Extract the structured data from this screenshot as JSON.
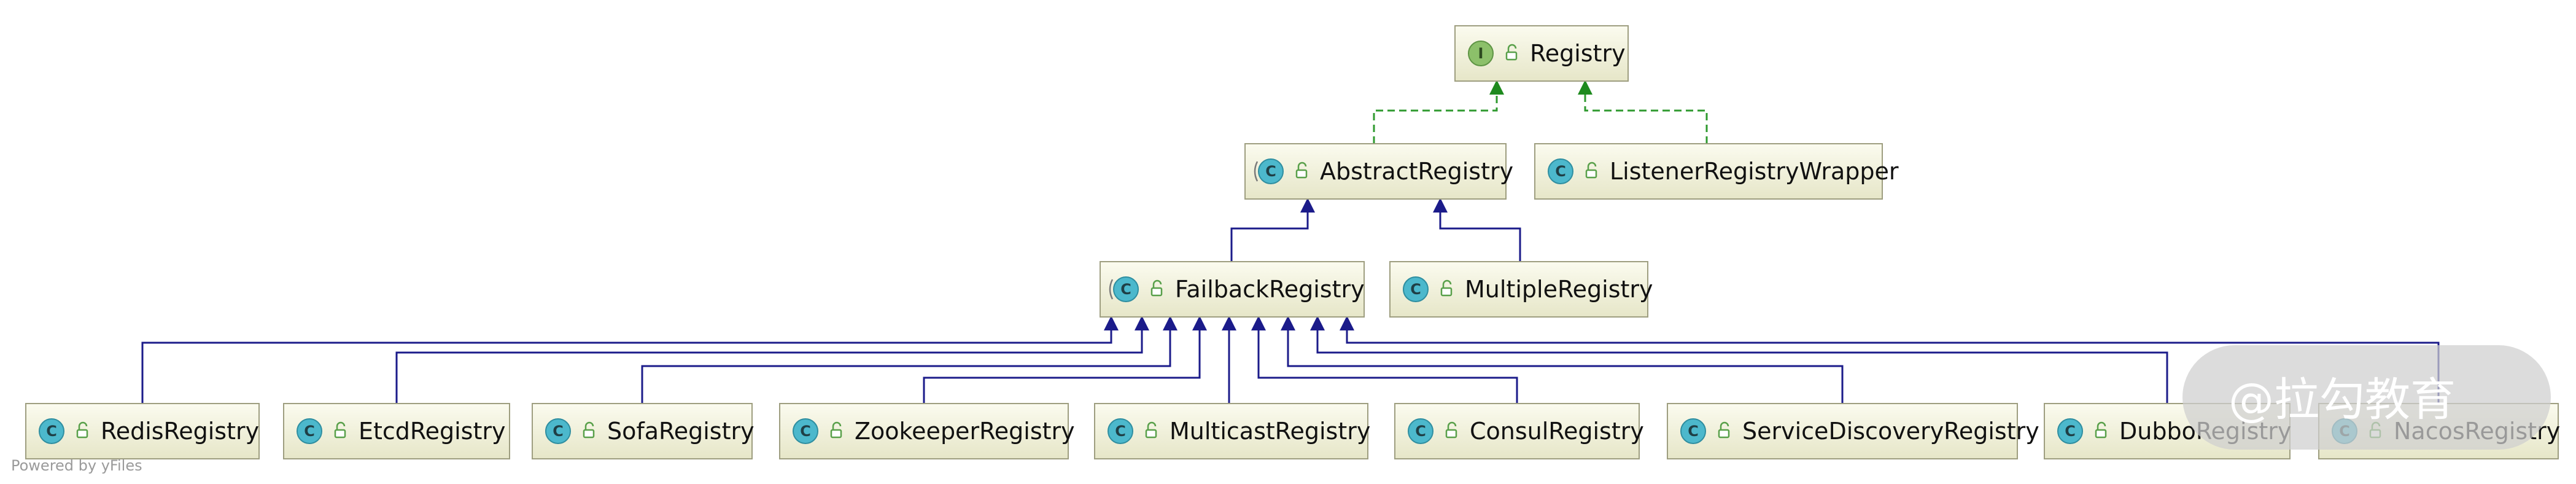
{
  "nodes": [
    {
      "id": "registry",
      "label": "Registry",
      "kind": "interface",
      "badge": "I"
    },
    {
      "id": "abstract",
      "label": "AbstractRegistry",
      "kind": "abstract-class",
      "badge": "C"
    },
    {
      "id": "listener",
      "label": "ListenerRegistryWrapper",
      "kind": "class",
      "badge": "C"
    },
    {
      "id": "failback",
      "label": "FailbackRegistry",
      "kind": "abstract-class",
      "badge": "C"
    },
    {
      "id": "multiple",
      "label": "MultipleRegistry",
      "kind": "class",
      "badge": "C"
    },
    {
      "id": "redis",
      "label": "RedisRegistry",
      "kind": "class",
      "badge": "C"
    },
    {
      "id": "etcd",
      "label": "EtcdRegistry",
      "kind": "class",
      "badge": "C"
    },
    {
      "id": "sofa",
      "label": "SofaRegistry",
      "kind": "class",
      "badge": "C"
    },
    {
      "id": "zookeeper",
      "label": "ZookeeperRegistry",
      "kind": "class",
      "badge": "C"
    },
    {
      "id": "multicast",
      "label": "MulticastRegistry",
      "kind": "class",
      "badge": "C"
    },
    {
      "id": "consul",
      "label": "ConsulRegistry",
      "kind": "class",
      "badge": "C"
    },
    {
      "id": "servicediscovery",
      "label": "ServiceDiscoveryRegistry",
      "kind": "class",
      "badge": "C"
    },
    {
      "id": "dubbo",
      "label": "DubboRegistry",
      "kind": "class",
      "badge": "C"
    },
    {
      "id": "nacos",
      "label": "NacosRegistry",
      "kind": "class",
      "badge": "C"
    }
  ],
  "edges": [
    {
      "from": "abstract",
      "to": "registry",
      "type": "implements"
    },
    {
      "from": "listener",
      "to": "registry",
      "type": "implements"
    },
    {
      "from": "failback",
      "to": "abstract",
      "type": "extends"
    },
    {
      "from": "multiple",
      "to": "abstract",
      "type": "extends"
    },
    {
      "from": "redis",
      "to": "failback",
      "type": "extends"
    },
    {
      "from": "etcd",
      "to": "failback",
      "type": "extends"
    },
    {
      "from": "sofa",
      "to": "failback",
      "type": "extends"
    },
    {
      "from": "zookeeper",
      "to": "failback",
      "type": "extends"
    },
    {
      "from": "multicast",
      "to": "failback",
      "type": "extends"
    },
    {
      "from": "consul",
      "to": "failback",
      "type": "extends"
    },
    {
      "from": "servicediscovery",
      "to": "failback",
      "type": "extends"
    },
    {
      "from": "dubbo",
      "to": "failback",
      "type": "extends"
    },
    {
      "from": "nacos",
      "to": "failback",
      "type": "extends"
    }
  ],
  "colors": {
    "implements_edge": "#2f9a2f",
    "extends_edge": "#1b1b8a",
    "node_fill_top": "#fbfbef",
    "node_fill_bottom": "#e6e6c8",
    "class_badge": "#4cb8cc",
    "interface_badge": "#8cc06a"
  },
  "watermark": "@拉勾教育",
  "footer": "Powered by yFiles"
}
